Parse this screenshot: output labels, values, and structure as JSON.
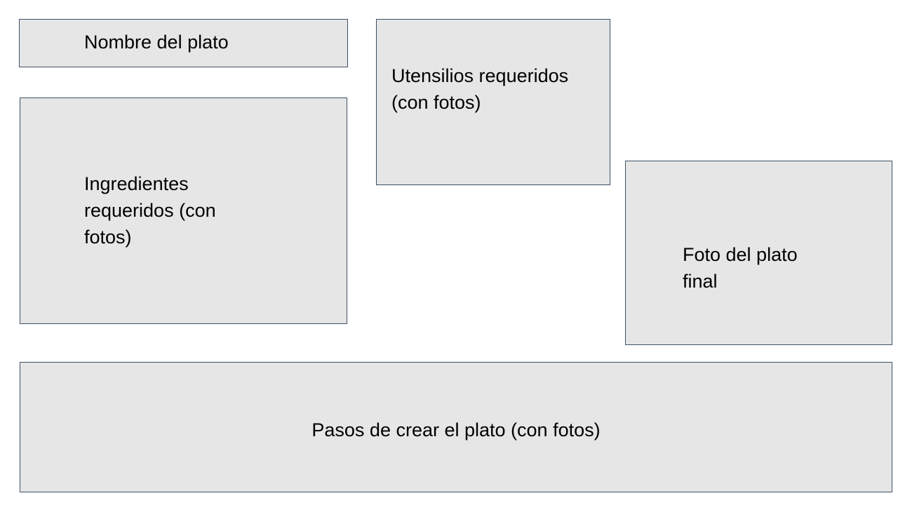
{
  "blocks": {
    "dish_name": "Nombre del plato",
    "utensils": "Utensilios requeridos\n(con fotos)",
    "ingredients": "Ingredientes\nrequeridos (con\nfotos)",
    "final_photo": "Foto del plato\nfinal",
    "steps": "Pasos de crear el plato (con fotos)"
  },
  "colors": {
    "box_fill": "#e6e6e6",
    "box_border": "#3e5068",
    "text": "#000000"
  }
}
